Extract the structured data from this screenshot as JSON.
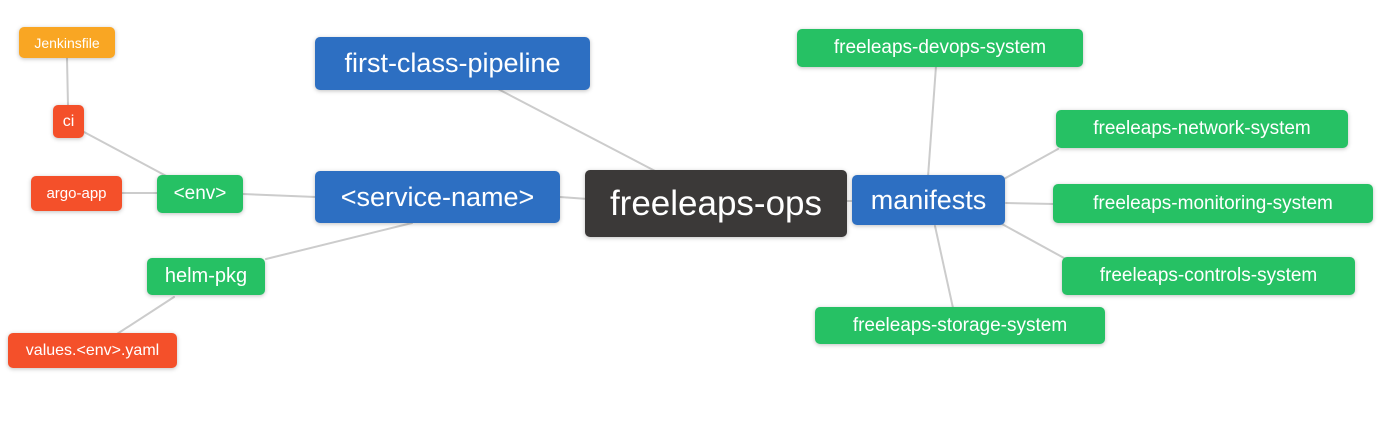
{
  "diagram": {
    "type": "mindmap",
    "root_label": "freeleaps-ops",
    "colors": {
      "root_bg": "#3b3938",
      "branch_blue": "#2d6fc2",
      "node_green": "#26c164",
      "node_red": "#f4502a",
      "node_orange": "#f9a623",
      "edge": "#cccccc",
      "text": "#ffffff",
      "background": "#ffffff"
    },
    "nodes": [
      {
        "id": "jenkinsfile",
        "label": "Jenkinsfile",
        "parent": "ci",
        "color": "orange"
      },
      {
        "id": "ci",
        "label": "ci",
        "parent": "env",
        "color": "red"
      },
      {
        "id": "argo-app",
        "label": "argo-app",
        "parent": "env",
        "color": "red"
      },
      {
        "id": "env",
        "label": "<env>",
        "parent": "service-name",
        "color": "green"
      },
      {
        "id": "helm-pkg",
        "label": "helm-pkg",
        "parent": "service-name",
        "color": "green"
      },
      {
        "id": "values-env-yaml",
        "label": "values.<env>.yaml",
        "parent": "helm-pkg",
        "color": "red"
      },
      {
        "id": "first-class-pipeline",
        "label": "first-class-pipeline",
        "parent": "freeleaps-ops",
        "color": "blue"
      },
      {
        "id": "service-name",
        "label": "<service-name>",
        "parent": "freeleaps-ops",
        "color": "blue"
      },
      {
        "id": "freeleaps-ops",
        "label": "freeleaps-ops",
        "parent": null,
        "color": "dark"
      },
      {
        "id": "manifests",
        "label": "manifests",
        "parent": "freeleaps-ops",
        "color": "blue"
      },
      {
        "id": "freeleaps-devops-system",
        "label": "freeleaps-devops-system",
        "parent": "manifests",
        "color": "green"
      },
      {
        "id": "freeleaps-network-system",
        "label": "freeleaps-network-system",
        "parent": "manifests",
        "color": "green"
      },
      {
        "id": "freeleaps-monitoring-system",
        "label": "freeleaps-monitoring-system",
        "parent": "manifests",
        "color": "green"
      },
      {
        "id": "freeleaps-controls-system",
        "label": "freeleaps-controls-system",
        "parent": "manifests",
        "color": "green"
      },
      {
        "id": "freeleaps-storage-system",
        "label": "freeleaps-storage-system",
        "parent": "manifests",
        "color": "green"
      }
    ]
  }
}
